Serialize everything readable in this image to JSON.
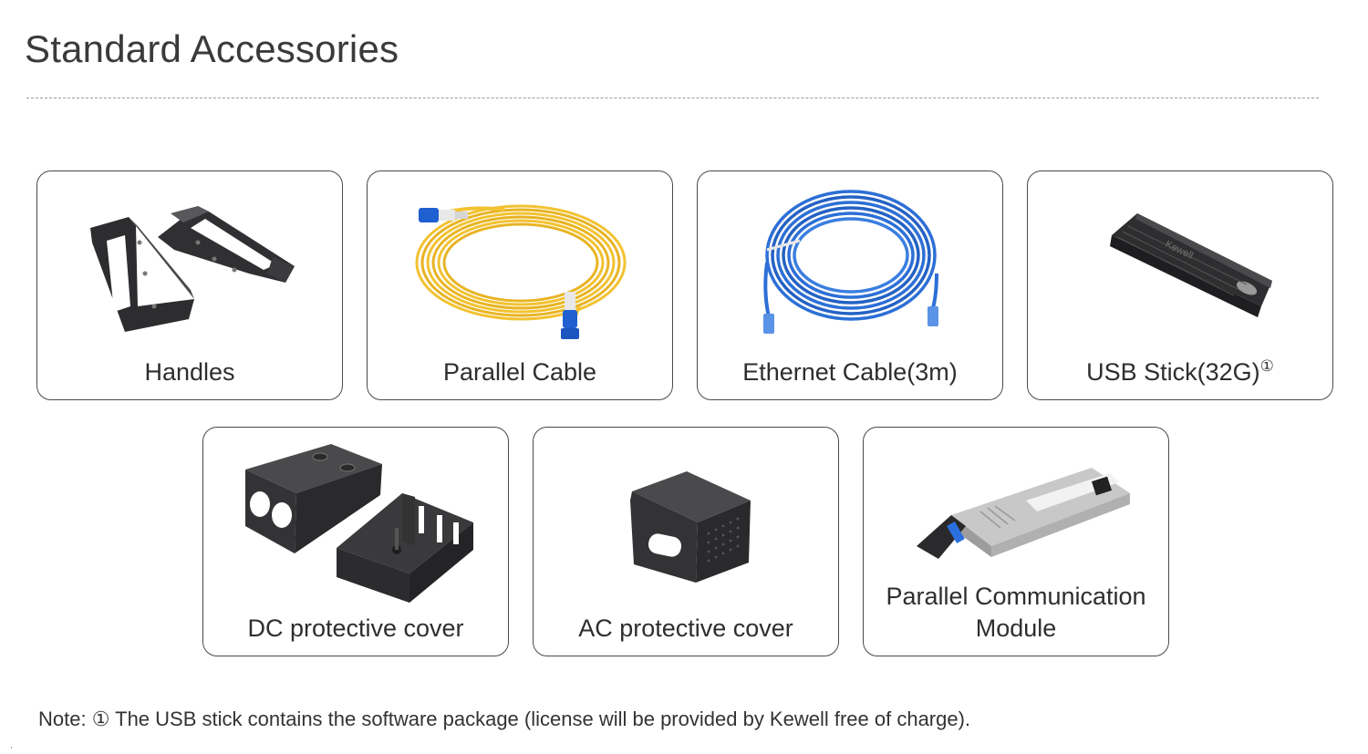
{
  "header": {
    "title": "Standard Accessories"
  },
  "accessories": [
    {
      "label": "Handles",
      "image_icon": "handles-bracket-icon"
    },
    {
      "label": "Parallel Cable",
      "image_icon": "yellow-fiber-cable-icon"
    },
    {
      "label": "Ethernet Cable(3m)",
      "image_icon": "blue-ethernet-cable-icon"
    },
    {
      "label": "USB Stick(32G)",
      "footnote_mark": "①",
      "image_icon": "usb-stick-icon",
      "image_text": "Kewell"
    },
    {
      "label": "DC protective cover",
      "image_icon": "dc-cover-icon"
    },
    {
      "label": "AC protective cover",
      "image_icon": "ac-cover-icon"
    },
    {
      "label": "Parallel Communication Module",
      "image_icon": "sfp-module-icon"
    }
  ],
  "note": {
    "text": "Note: ① The USB stick contains the software package (license will be provided by Kewell free of charge)."
  },
  "colors": {
    "border": "#4a4a4a",
    "cable_yellow": "#f2c231",
    "cable_blue": "#2c6fd6",
    "device_dark": "#3a3a3c"
  }
}
